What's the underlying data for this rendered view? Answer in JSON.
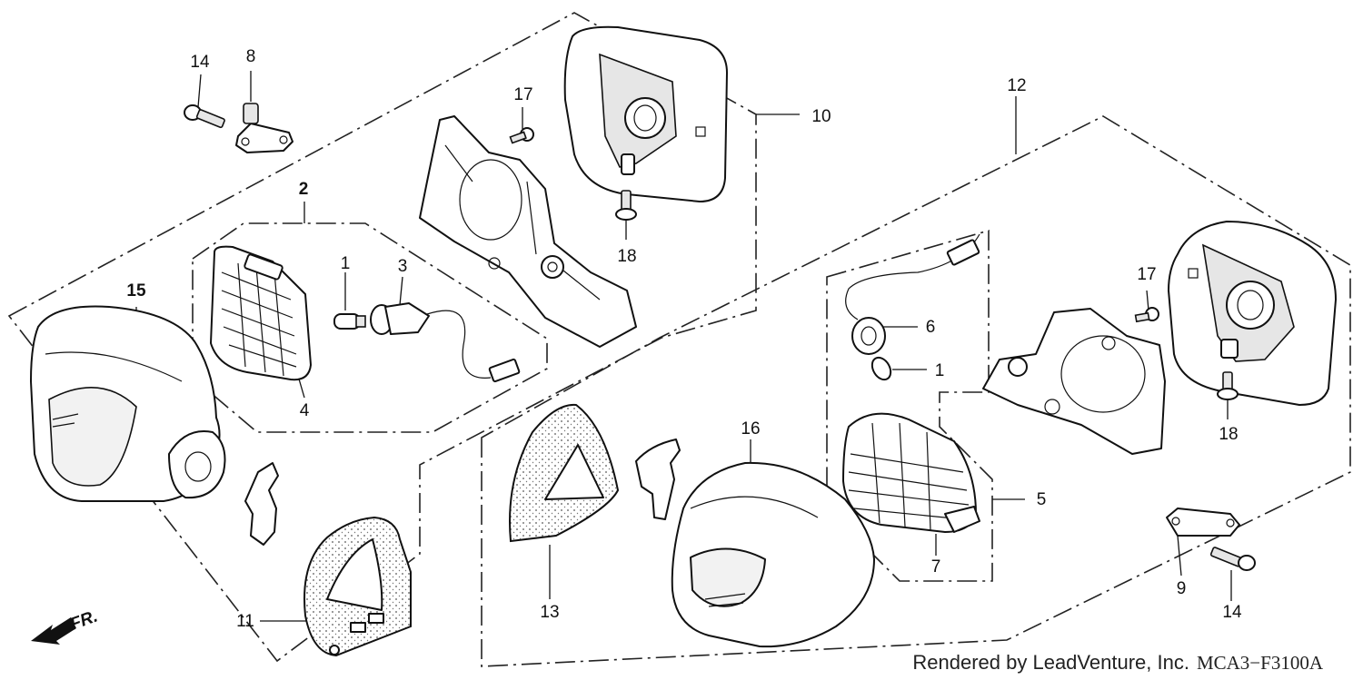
{
  "callouts": {
    "c1a": "1",
    "c1b": "1",
    "c2": "2",
    "c3": "3",
    "c4": "4",
    "c5": "5",
    "c6": "6",
    "c7": "7",
    "c8": "8",
    "c9": "9",
    "c10": "10",
    "c11": "11",
    "c12": "12",
    "c13": "13",
    "c14a": "14",
    "c14b": "14",
    "c15": "15",
    "c16": "16",
    "c17a": "17",
    "c17b": "17",
    "c18a": "18",
    "c18b": "18"
  },
  "front_marker": "FR.",
  "credit": "Rendered by LeadVenture, Inc.",
  "diagram_code": "MCA3−F3100A"
}
